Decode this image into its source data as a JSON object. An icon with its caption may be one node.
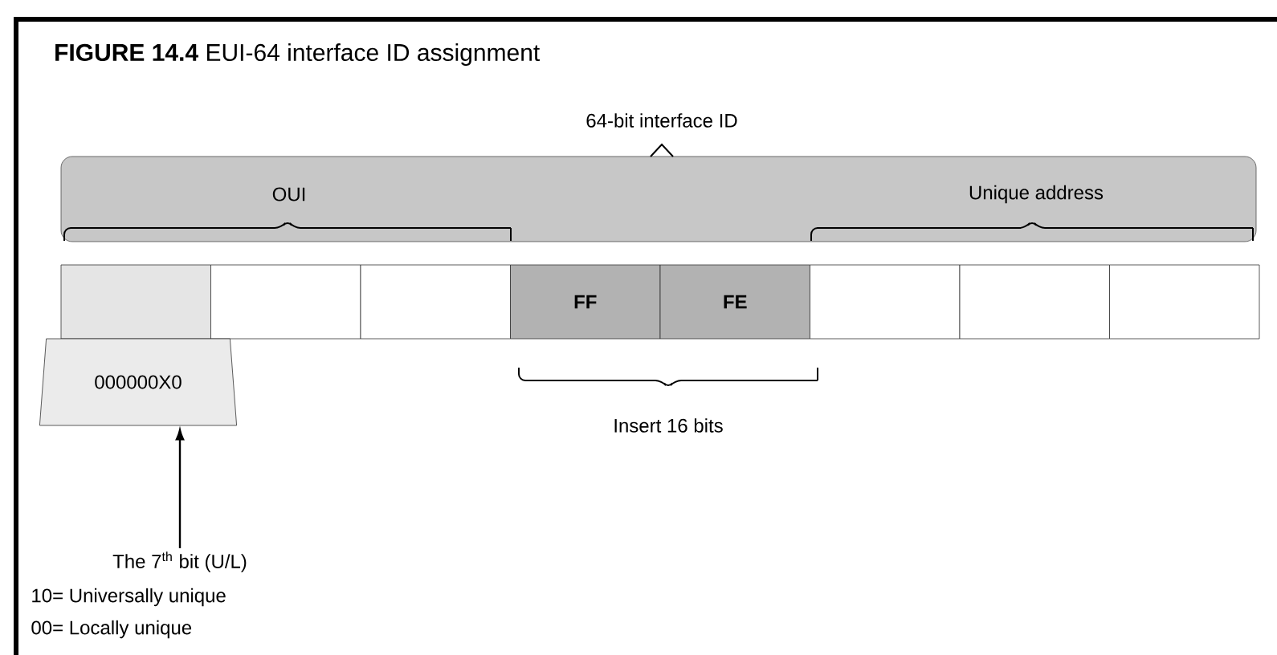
{
  "diagram": {
    "title": "**FIGURE 14.4** EUI-64 interface ID assignment",
    "nodes": [
      {
        "text": [
          "64-bit interface ID",
          "OUI",
          "Unique address"
        ]
      },
      {
        "text": [],
        "shape": "box"
      },
      {
        "text": [],
        "shape": "box"
      },
      {
        "text": [],
        "shape": "box"
      },
      {
        "text": [
          "FF"
        ]
      },
      {
        "text": [
          "FE"
        ]
      },
      {
        "text": [],
        "shape": "box"
      },
      {
        "text": [],
        "shape": "box"
      },
      {
        "text": [],
        "shape": "box"
      },
      {
        "text": [
          "000000X0"
        ]
      },
      {
        "text": [
          "The 7$^{th}$ bit (U/L)"
        ]
      }
    ],
    "edges": [
      {
        "from": 10,
        "to": 9,
        "arrow": "to"
      }
    ],
    "labels": [
      "Insert 16 bits",
      "10= Universally unique",
      "00= Locally unique"
    ]
  }
}
